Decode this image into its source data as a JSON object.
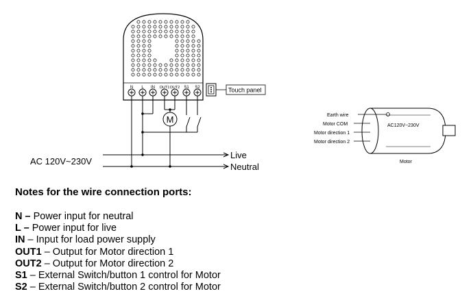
{
  "diagram": {
    "terminals": [
      "N",
      "L",
      "IN",
      "OUT1",
      "OUT2",
      "S1",
      "S2"
    ],
    "touch_panel_label": "Touch panel",
    "motor_symbol": "M",
    "ac_supply_label": "AC 120V~230V",
    "live_label": "Live",
    "neutral_label": "Neutral",
    "motor": {
      "earth_wire": "Earth wire",
      "motor_com": "Motor COM",
      "direction_1": "Motor direction 1",
      "direction_2": "Motor direction 2",
      "voltage": "AC120V~230V",
      "caption": "Motor"
    }
  },
  "notes": {
    "title": "Notes for the wire connection ports:",
    "items": [
      {
        "code": "N",
        "sep": " – ",
        "text": "Power input for neutral"
      },
      {
        "code": "L",
        "sep": " – ",
        "text": "Power input for live"
      },
      {
        "code": "IN",
        "sep": " – ",
        "text": "Input for load power supply"
      },
      {
        "code": "OUT1",
        "sep": " – ",
        "text": "Output for Motor direction 1"
      },
      {
        "code": "OUT2",
        "sep": " – ",
        "text": "Output for Motor direction 2"
      },
      {
        "code": "S1",
        "sep": " – ",
        "text": "External Switch/button 1 control for Motor"
      },
      {
        "code": "S2",
        "sep": " – ",
        "text": "External Switch/button 2 control for Motor"
      }
    ]
  }
}
